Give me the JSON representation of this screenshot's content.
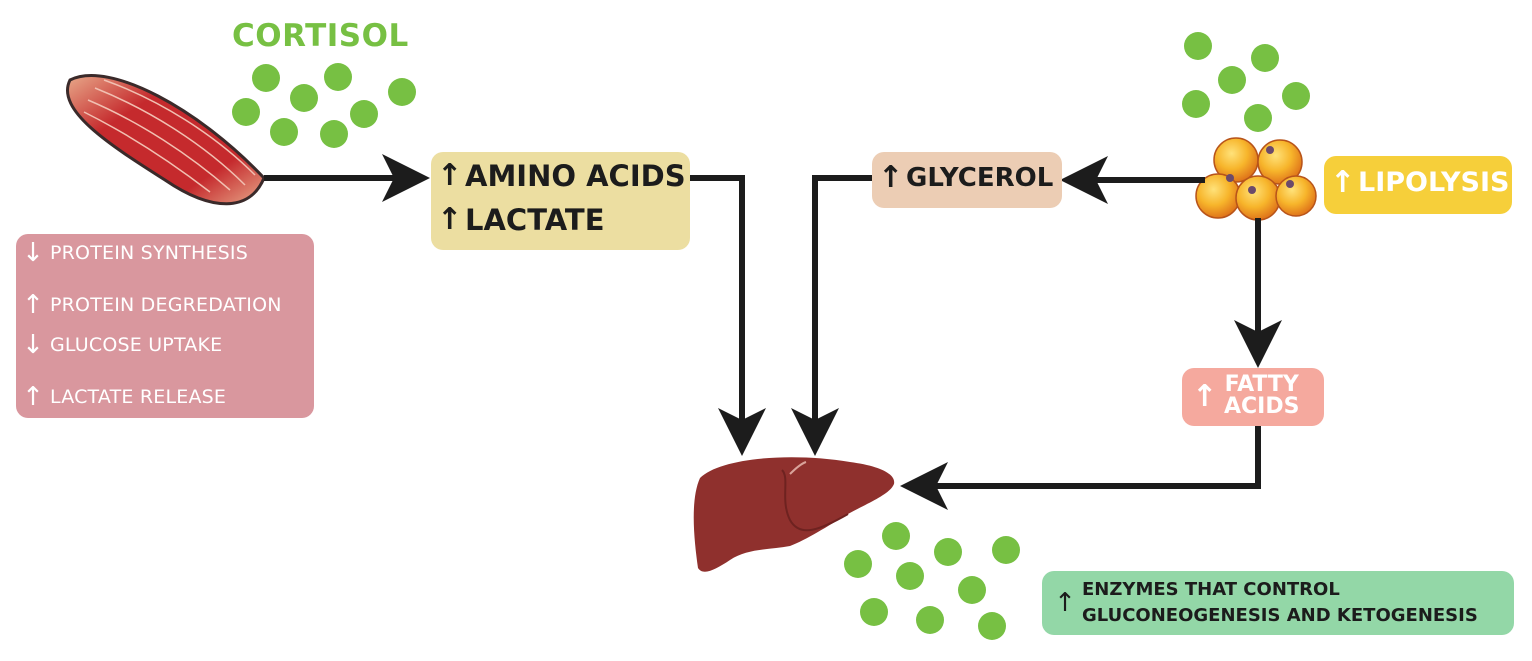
{
  "title": "CORTISOL",
  "muscle_effects": [
    {
      "arrow": "↓",
      "label": "PROTEIN SYNTHESIS"
    },
    {
      "arrow": "↑",
      "label": "PROTEIN DEGREDATION"
    },
    {
      "arrow": "↓",
      "label": "GLUCOSE UPTAKE"
    },
    {
      "arrow": "↑",
      "label": "LACTATE RELEASE"
    }
  ],
  "amino_box": [
    {
      "arrow": "↑",
      "label": "AMINO ACIDS"
    },
    {
      "arrow": "↑",
      "label": "LACTATE"
    }
  ],
  "glycerol": {
    "arrow": "↑",
    "label": "GLYCEROL"
  },
  "lipolysis": {
    "arrow": "↑",
    "label": "LIPOLYSIS"
  },
  "fatty_acids": {
    "arrow": "↑",
    "line1": "FATTY",
    "line2": "ACIDS"
  },
  "enzymes": {
    "arrow": "↑",
    "line1": "ENZYMES THAT CONTROL",
    "line2": "GLUCONEOGENESIS AND KETOGENESIS"
  },
  "colors": {
    "cortisol_green": "#77c043",
    "muscle": "#c0272d",
    "liver": "#8b2e2c",
    "fat_cell": "#f4a520",
    "arrow": "#1c1c1c"
  },
  "icons": [
    "muscle-icon",
    "liver-icon",
    "fat-cells-icon",
    "cortisol-molecule-icon"
  ]
}
